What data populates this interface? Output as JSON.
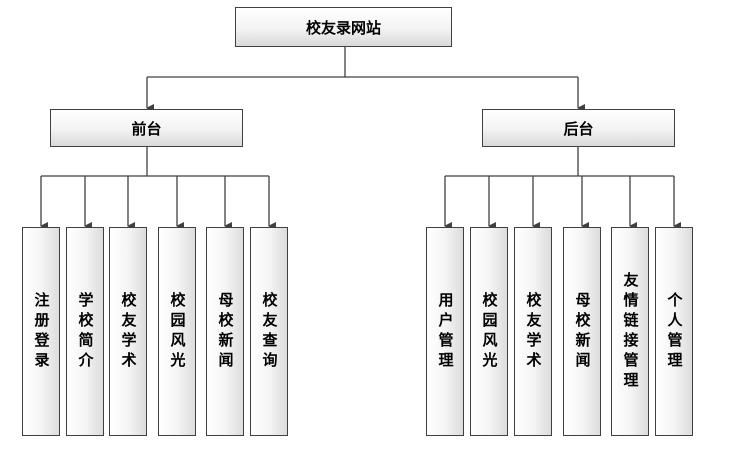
{
  "root": {
    "label": "校友录网站"
  },
  "branches": [
    {
      "label": "前台",
      "children": [
        "注册登录",
        "学校简介",
        "校友学术",
        "校园风光",
        "母校新闻",
        "校友查询"
      ]
    },
    {
      "label": "后台",
      "children": [
        "用户管理",
        "校园风光",
        "校友学术",
        "母校新闻",
        "友情链接管理",
        "个人管理"
      ]
    }
  ],
  "colors": {
    "line": "#404040",
    "border": "#404040",
    "text": "#000000"
  }
}
